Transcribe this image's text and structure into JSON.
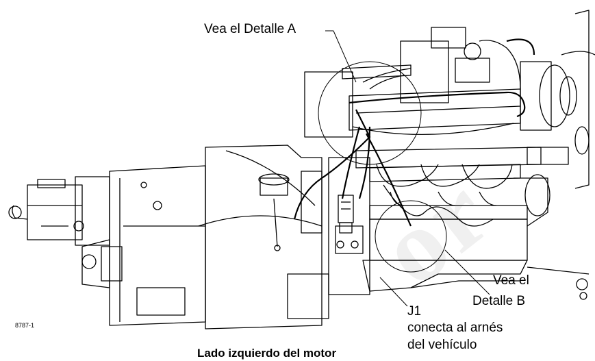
{
  "labels": {
    "detail_a": "Vea el Detalle A",
    "detail_b_line1": "Vea el",
    "detail_b_line2": "Detalle B",
    "j1": "J1",
    "j1_desc_line1": "conecta al arnés",
    "j1_desc_line2": "del vehículo",
    "figure_id": "8787-1",
    "caption": "Lado izquierdo del motor"
  },
  "watermark": "or"
}
